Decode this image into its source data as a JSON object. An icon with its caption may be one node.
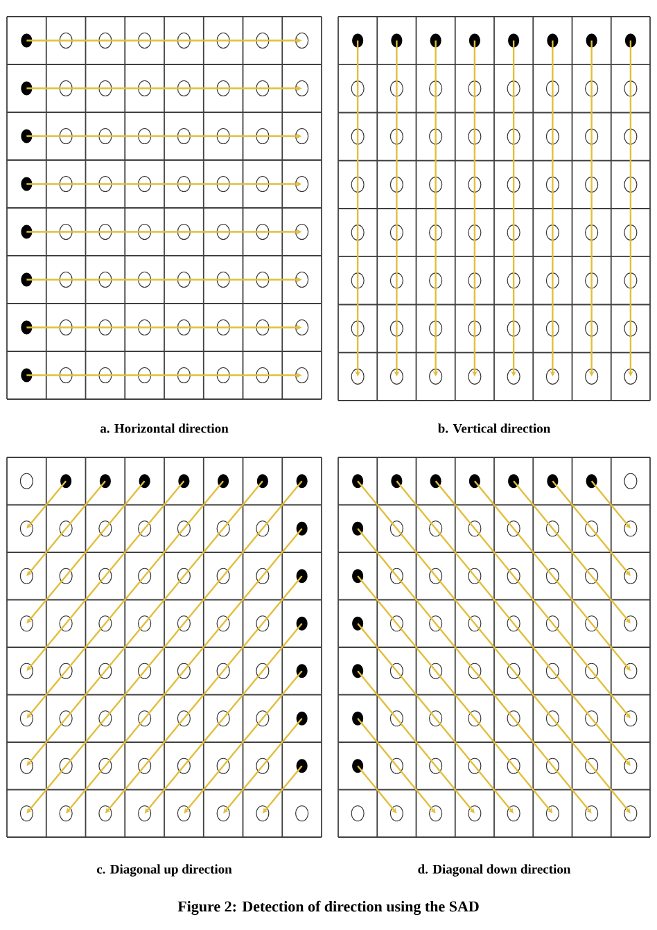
{
  "diagram": {
    "caption": "Figure 2: Detection of direction using the SAD",
    "labels": [
      "a. Horizontal direction",
      "b. Vertical direction",
      "c. Diagonal up direction",
      "d. Diagonal down direction"
    ]
  }
}
